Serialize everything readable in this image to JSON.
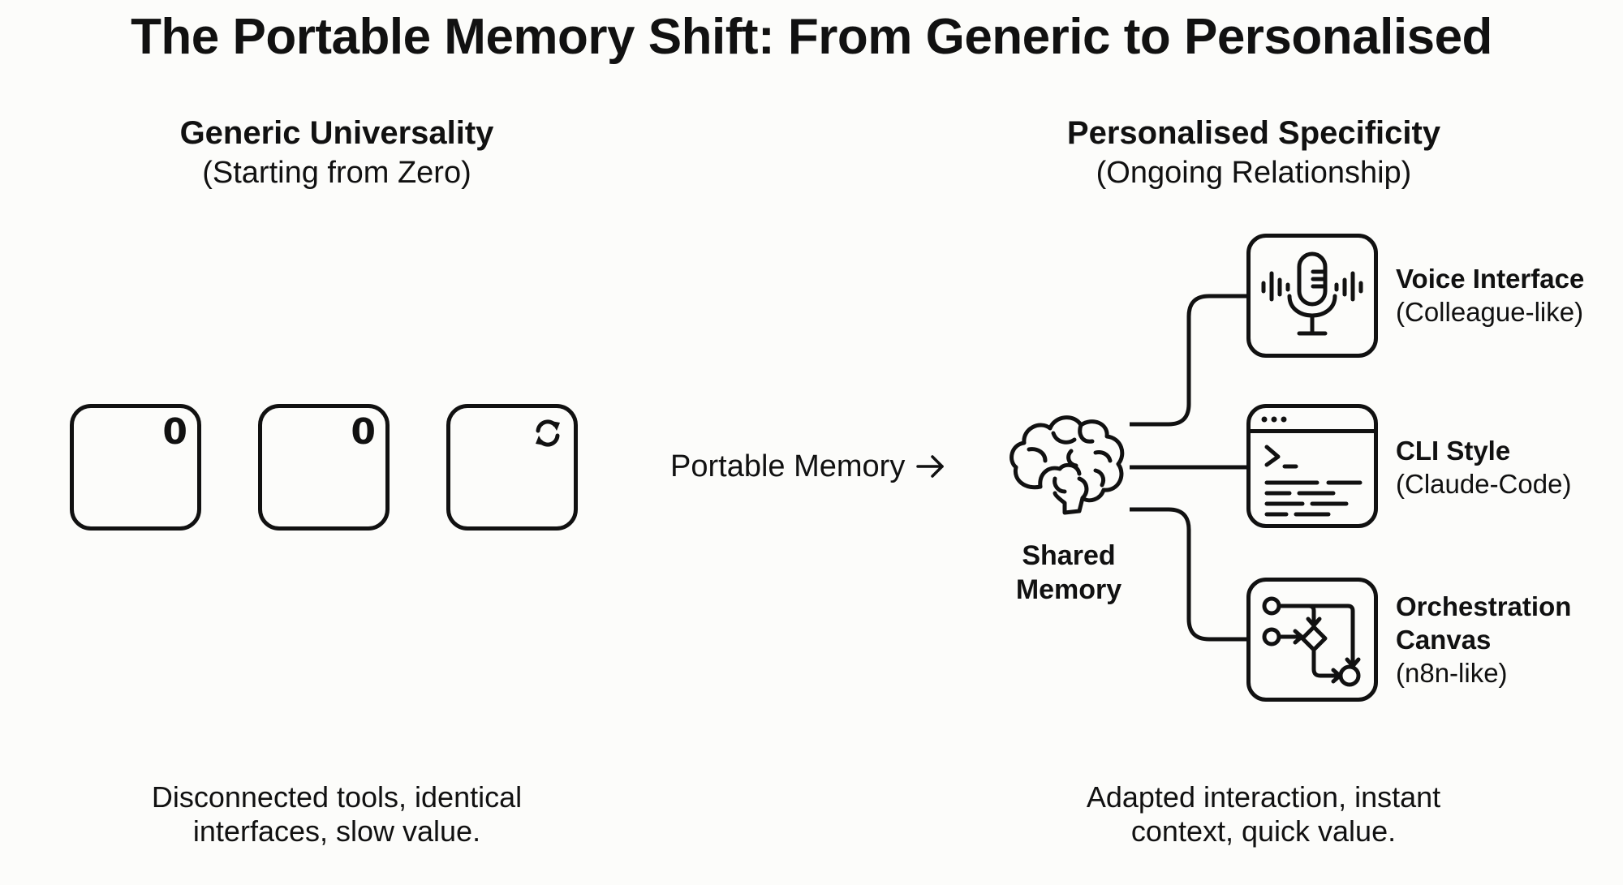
{
  "title": "The Portable Memory Shift: From Generic to Personalised",
  "left_column": {
    "heading": "Generic Universality",
    "subheading": "(Starting from Zero)",
    "tool_cards": [
      {
        "indicator_type": "text",
        "indicator": "0"
      },
      {
        "indicator_type": "text",
        "indicator": "0"
      },
      {
        "indicator_type": "icon",
        "icon": "refresh-icon"
      }
    ],
    "caption_line1": "Disconnected tools, identical",
    "caption_line2": "interfaces, slow value."
  },
  "transition": {
    "label": "Portable Memory",
    "icon": "arrow-right-icon"
  },
  "right_column": {
    "heading": "Personalised Specificity",
    "subheading": "(Ongoing Relationship)",
    "hub": {
      "icon": "brain-icon",
      "label_line1": "Shared",
      "label_line2": "Memory"
    },
    "interfaces": [
      {
        "icon": "microphone-icon",
        "name": "Voice Interface",
        "description": "(Colleague-like)"
      },
      {
        "icon": "terminal-window-icon",
        "name": "CLI Style",
        "description": "(Claude-Code)"
      },
      {
        "icon": "workflow-icon",
        "name_line1": "Orchestration",
        "name_line2": "Canvas",
        "description": "(n8n-like)"
      }
    ],
    "caption_line1": "Adapted interaction, instant",
    "caption_line2": "context, quick value."
  },
  "colors": {
    "background": "#fcfcfa",
    "ink": "#111111"
  }
}
